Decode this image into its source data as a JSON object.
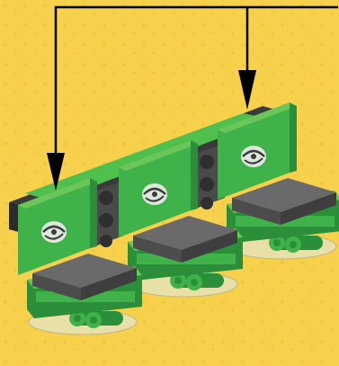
{
  "illustration": {
    "colors": {
      "background": "#F7D14C",
      "background_pattern": "#F2C73A",
      "arrow": "#000000",
      "green": "#3FB34A",
      "green_light": "#6AC659",
      "green_dark": "#2A8F38",
      "seat_top": "#6A6A6A",
      "seat_side": "#4C4C4C",
      "dark_grey": "#4A4A4A",
      "stud": "#2F2F2F",
      "base_plate": "#3A3A3A",
      "transparent": "#E8E0A8"
    },
    "icons": [
      "down-arrow-icon",
      "swirl-logo-icon"
    ],
    "seats": [
      {
        "name": "left-seat"
      },
      {
        "name": "middle-seat"
      },
      {
        "name": "right-seat"
      }
    ]
  }
}
